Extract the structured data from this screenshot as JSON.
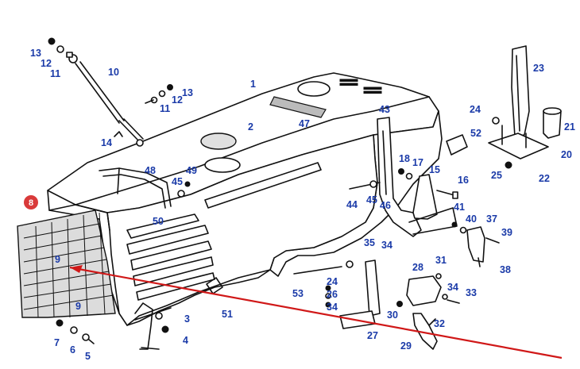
{
  "diagram": {
    "badge": "8",
    "parts": [
      {
        "id": "p1",
        "text": "1"
      },
      {
        "id": "p2",
        "text": "2"
      },
      {
        "id": "p3",
        "text": "3"
      },
      {
        "id": "p4",
        "text": "4"
      },
      {
        "id": "p5",
        "text": "5"
      },
      {
        "id": "p6",
        "text": "6"
      },
      {
        "id": "p7",
        "text": "7"
      },
      {
        "id": "p9a",
        "text": "9"
      },
      {
        "id": "p9b",
        "text": "9"
      },
      {
        "id": "p10",
        "text": "10"
      },
      {
        "id": "p11a",
        "text": "11"
      },
      {
        "id": "p11b",
        "text": "11"
      },
      {
        "id": "p12a",
        "text": "12"
      },
      {
        "id": "p12b",
        "text": "12"
      },
      {
        "id": "p13a",
        "text": "13"
      },
      {
        "id": "p13b",
        "text": "13"
      },
      {
        "id": "p14",
        "text": "14"
      },
      {
        "id": "p15",
        "text": "15"
      },
      {
        "id": "p16",
        "text": "16"
      },
      {
        "id": "p17",
        "text": "17"
      },
      {
        "id": "p18",
        "text": "18"
      },
      {
        "id": "p20",
        "text": "20"
      },
      {
        "id": "p21",
        "text": "21"
      },
      {
        "id": "p22",
        "text": "22"
      },
      {
        "id": "p23",
        "text": "23"
      },
      {
        "id": "p24a",
        "text": "24"
      },
      {
        "id": "p24b",
        "text": "24"
      },
      {
        "id": "p25",
        "text": "25"
      },
      {
        "id": "p26",
        "text": "26"
      },
      {
        "id": "p27",
        "text": "27"
      },
      {
        "id": "p28",
        "text": "28"
      },
      {
        "id": "p29",
        "text": "29"
      },
      {
        "id": "p30",
        "text": "30"
      },
      {
        "id": "p31",
        "text": "31"
      },
      {
        "id": "p32",
        "text": "32"
      },
      {
        "id": "p33",
        "text": "33"
      },
      {
        "id": "p34a",
        "text": "34"
      },
      {
        "id": "p34b",
        "text": "34"
      },
      {
        "id": "p34c",
        "text": "34"
      },
      {
        "id": "p35",
        "text": "35"
      },
      {
        "id": "p37",
        "text": "37"
      },
      {
        "id": "p38",
        "text": "38"
      },
      {
        "id": "p39",
        "text": "39"
      },
      {
        "id": "p40",
        "text": "40"
      },
      {
        "id": "p41",
        "text": "41"
      },
      {
        "id": "p43",
        "text": "43"
      },
      {
        "id": "p44",
        "text": "44"
      },
      {
        "id": "p45a",
        "text": "45"
      },
      {
        "id": "p45b",
        "text": "45"
      },
      {
        "id": "p46",
        "text": "46"
      },
      {
        "id": "p47",
        "text": "47"
      },
      {
        "id": "p48",
        "text": "48"
      },
      {
        "id": "p49",
        "text": "49"
      },
      {
        "id": "p50",
        "text": "50"
      },
      {
        "id": "p51",
        "text": "51"
      },
      {
        "id": "p52",
        "text": "52"
      },
      {
        "id": "p53",
        "text": "53"
      }
    ],
    "colors": {
      "label": "#1a3aa8",
      "badge": "#d93a3a",
      "arrow": "#d01818",
      "line": "#111111"
    }
  }
}
